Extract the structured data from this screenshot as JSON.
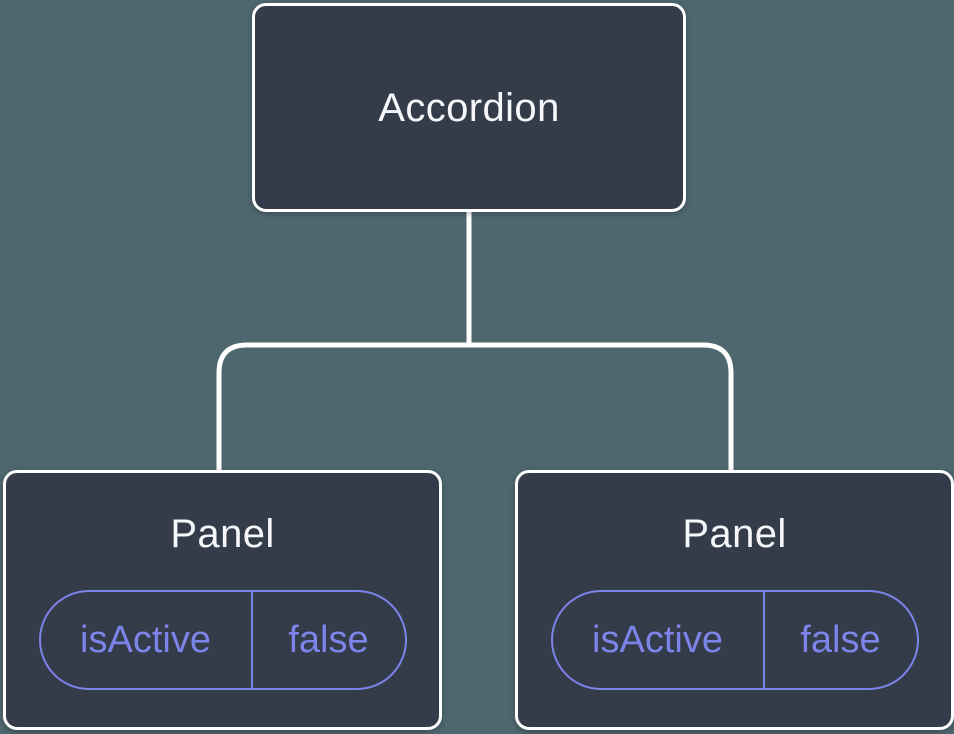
{
  "diagram": {
    "background_color": "#4e666e",
    "colors": {
      "node_fill": "#343b49",
      "node_border": "#ffffff",
      "node_text": "#f5f7fa",
      "connector_line": "#ffffff",
      "state_accent": "#7d84e9"
    },
    "tree": {
      "root": {
        "label": "Accordion"
      },
      "children": [
        {
          "label": "Panel",
          "state": {
            "key": "isActive",
            "value": "false"
          }
        },
        {
          "label": "Panel",
          "state": {
            "key": "isActive",
            "value": "false"
          }
        }
      ]
    }
  }
}
